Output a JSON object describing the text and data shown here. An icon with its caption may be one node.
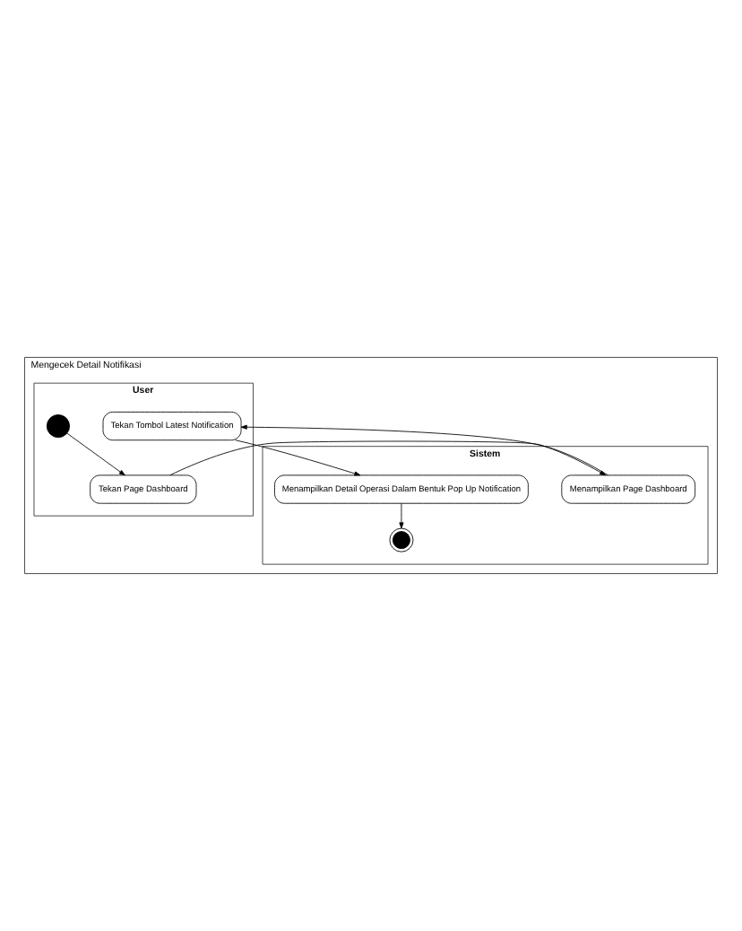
{
  "diagram": {
    "nodes": [
      {
        "text": [
          "Mengecek Detail Notifikasi"
        ]
      },
      {
        "text": [
          "User"
        ],
        "in": 0
      },
      {
        "text": [
          "Sistem"
        ],
        "in": 0
      },
      {
        "text": [],
        "shape": "circle",
        "in": 1
      },
      {
        "text": [
          "Tekan Page Dashboard"
        ],
        "in": 1
      },
      {
        "text": [
          "Menampilkan Page Dashboard"
        ],
        "in": 2
      },
      {
        "text": [
          "Tekan Tombol Latest Notification"
        ],
        "in": 1
      },
      {
        "text": [
          "Menampilkan Detail Operasi Dalam Bentuk Pop Up Notification"
        ],
        "in": 2
      },
      {
        "text": [],
        "shape": "bullseye",
        "in": 2
      }
    ],
    "edges": [
      {
        "from": 3,
        "to": 4,
        "arrow": "to"
      },
      {
        "from": 4,
        "to": 5,
        "arrow": "to"
      },
      {
        "from": 5,
        "to": 6,
        "arrow": "to"
      },
      {
        "from": 6,
        "to": 7,
        "arrow": "to"
      },
      {
        "from": 7,
        "to": 8,
        "arrow": "to"
      }
    ]
  }
}
